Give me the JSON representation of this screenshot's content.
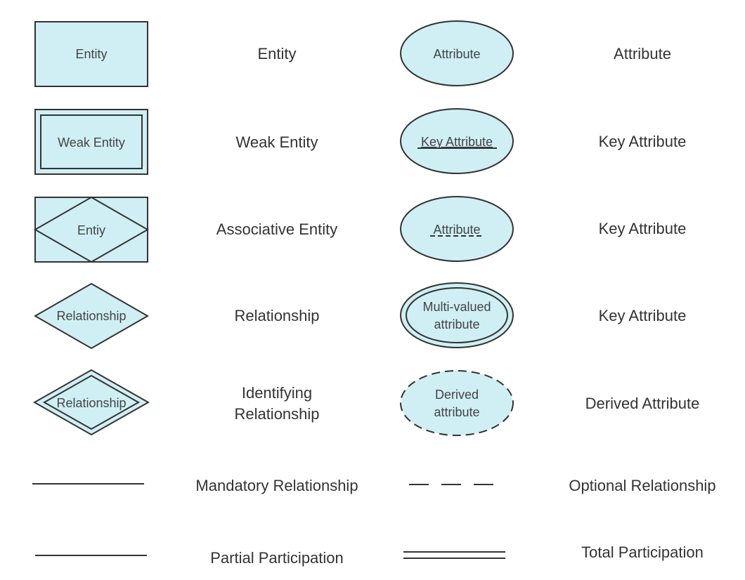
{
  "colors": {
    "shape_fill": "#cfeff4",
    "stroke": "#333333",
    "label_text": "#333333",
    "shape_text": "#444444"
  },
  "legend": {
    "entity": {
      "shape_text": "Entity",
      "label": "Entity"
    },
    "weak_entity": {
      "shape_text": "Weak Entity",
      "label": "Weak Entity"
    },
    "associative_entity": {
      "shape_text": "Entiy",
      "label": "Associative Entity"
    },
    "relationship": {
      "shape_text": "Relationship",
      "label": "Relationship"
    },
    "identifying_relationship": {
      "shape_text": "Relationship",
      "label_line1": "Identifying",
      "label_line2": "Relationship"
    },
    "mandatory_relationship": {
      "label": "Mandatory Relationship"
    },
    "partial_participation": {
      "label": "Partial Participation"
    },
    "attribute": {
      "shape_text": "Attribute",
      "label": "Attribute"
    },
    "key_attribute": {
      "shape_text": "Key Attribute",
      "label": "Key Attribute"
    },
    "partial_key_attribute": {
      "shape_text": "Attribute",
      "label": "Key Attribute"
    },
    "multivalued_attribute": {
      "shape_text_line1": "Multi-valued",
      "shape_text_line2": "attribute",
      "label": "Key Attribute"
    },
    "derived_attribute": {
      "shape_text_line1": "Derived",
      "shape_text_line2": "attribute",
      "label": "Derived Attribute"
    },
    "optional_relationship": {
      "label": "Optional Relationship"
    },
    "total_participation": {
      "label": "Total Participation"
    }
  }
}
